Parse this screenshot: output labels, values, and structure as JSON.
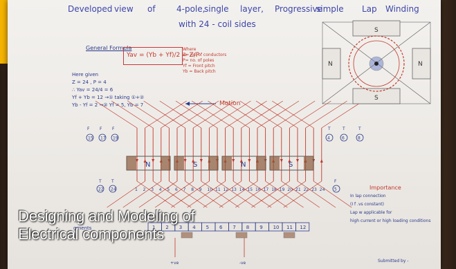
{
  "title": {
    "line1_prefix": "Developed",
    "line1_words": [
      "view",
      "of",
      "4-pole,",
      "single",
      "layer,",
      "Progressive",
      "simple",
      "Lap",
      "Winding"
    ],
    "line2": "with 24 - coil sides"
  },
  "formula": {
    "heading": "General Formula",
    "box_text": "Yav = (Yb + Yf)/2 = Z/P",
    "legend": [
      "Where",
      "Z= no. of conductors",
      "P= no. of poles",
      "Yf = Front pitch",
      "Yb = Back pitch"
    ]
  },
  "given": {
    "lines": [
      "Here given",
      "Z = 24 , P = 4",
      "∴ Yav = 24/4 = 6",
      "Yf + Yb = 12 →① taking ①+②",
      "Yb - Yf = 2 →②     Yf = 5, Yb = 7"
    ]
  },
  "motion_label": "Motion",
  "poles": [
    "N",
    "S",
    "N",
    "S"
  ],
  "conductors": [
    "1",
    "2",
    "3",
    "4",
    "5",
    "6",
    "7",
    "8",
    "9",
    "10",
    "11",
    "12",
    "13",
    "14",
    "15",
    "16",
    "17",
    "18",
    "19",
    "20",
    "21",
    "22",
    "23",
    "24"
  ],
  "top_circles_left": [
    "15",
    "17",
    "19"
  ],
  "top_circles_right": [
    "4",
    "6",
    "8"
  ],
  "mid_circles_left": [
    "22",
    "24"
  ],
  "mid_circles_right": [
    "5"
  ],
  "segments_label": "gments",
  "segments": [
    "1",
    "2",
    "3",
    "4",
    "5",
    "6",
    "7",
    "8",
    "9",
    "10",
    "11",
    "12"
  ],
  "brush_labels": [
    "+ve",
    "-ve"
  ],
  "importance": {
    "heading": "Importance",
    "lines": [
      "In lap connection",
      "(I f .vs constant)",
      "Lap w applicable for",
      "high current or high loading conditions"
    ]
  },
  "submitted": "Submitted by -",
  "machine": {
    "poles": [
      "S",
      "N",
      "S",
      "N"
    ]
  },
  "watermark": {
    "line1": "Designing and Modeling of",
    "line2": "Electrical components"
  },
  "colors": {
    "ink_blue": "#2a3a8a",
    "ink_red": "#c0392b",
    "pole_brown": "#8b5a3c",
    "tab_yellow": "#f5b400"
  }
}
